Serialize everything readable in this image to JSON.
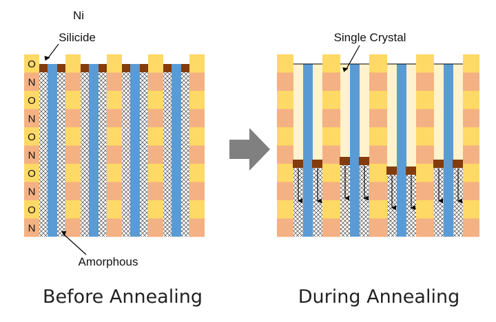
{
  "left_panel": {
    "title": "Before Annealing",
    "layer_letters": [
      "O",
      "N",
      "O",
      "N",
      "O",
      "N",
      "O",
      "N",
      "O",
      "N"
    ],
    "label_silicide_line1": "Ni",
    "label_silicide_line2": "Silicide",
    "label_amorphous": "Amorphous"
  },
  "right_panel": {
    "title": "During Annealing",
    "label_crystal": "Single Crystal"
  },
  "colors": {
    "oxide": "#FFD966",
    "nitride": "#F4B183",
    "channel": "#5B9BD5",
    "silicide": "#843C0C",
    "crystal": "#FFF2CC",
    "arrow": "#808080"
  }
}
